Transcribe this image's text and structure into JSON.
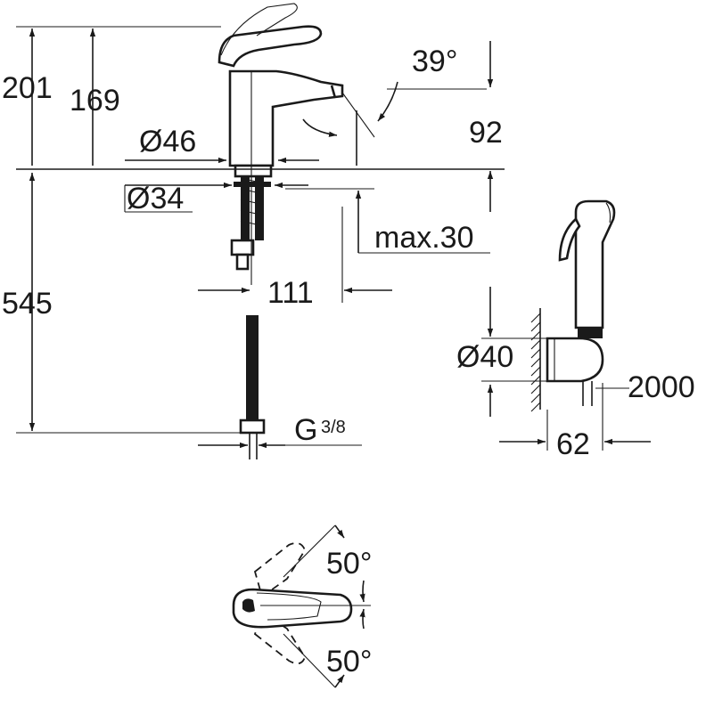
{
  "dimensions": {
    "total_height": "201",
    "spout_height": "169",
    "base_diameter": "Ø46",
    "hole_diameter": "Ø34",
    "spout_angle": "39°",
    "spout_clearance": "92",
    "max_thickness": "max.30",
    "spout_reach": "111",
    "under_counter": "545",
    "connection_thread": "G",
    "connection_size": "3/8",
    "holder_diameter": "Ø40",
    "hose_length": "2000",
    "holder_projection": "62",
    "lever_angle_top": "50°",
    "lever_angle_bottom": "50°"
  }
}
